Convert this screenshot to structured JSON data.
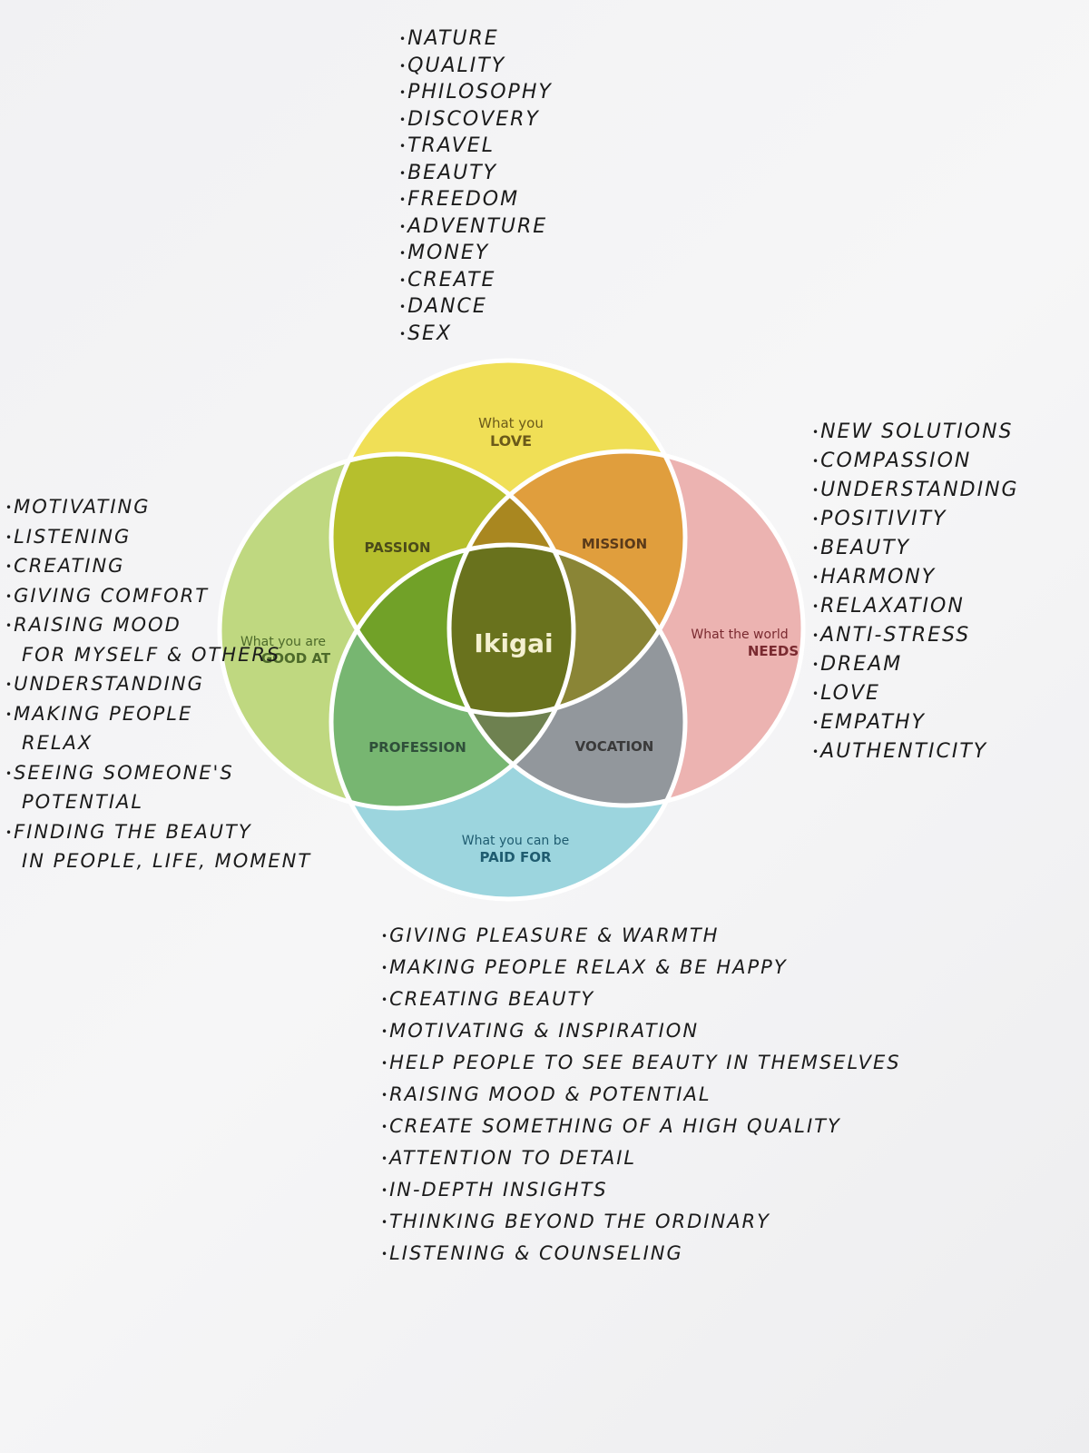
{
  "diagram": {
    "center_label": "Ikigai",
    "circles": {
      "love": {
        "line1": "What you",
        "line2": "LOVE",
        "color": "#f0dd45"
      },
      "good_at": {
        "line1": "What you are",
        "line2": "GOOD AT",
        "color": "#b5d26b"
      },
      "needs": {
        "line1": "What the world",
        "line2": "NEEDS",
        "color": "#eaa7a4"
      },
      "paid_for": {
        "line1": "What you can be",
        "line2": "PAID FOR",
        "color": "#8ccfda"
      }
    },
    "overlaps": {
      "passion": "PASSION",
      "mission": "MISSION",
      "profession": "PROFESSION",
      "vocation": "VOCATION"
    }
  },
  "notes": {
    "love": [
      "Nature",
      "Quality",
      "Philosophy",
      "Discovery",
      "Travel",
      "Beauty",
      "Freedom",
      "Adventure",
      "Money",
      "Create",
      "Dance",
      "Sex"
    ],
    "good_at": [
      "Motivating",
      "Listening",
      "Creating",
      "Giving comfort",
      "Raising mood",
      "for myself & others",
      "Understanding",
      "Making people",
      "relax",
      "Seeing someone's",
      "potential",
      "Finding the beauty",
      "in people, life, moment"
    ],
    "needs": [
      "New solutions",
      "Compassion",
      "Understanding",
      "Positivity",
      "Beauty",
      "Harmony",
      "Relaxation",
      "Anti-stress",
      "Dream",
      "Love",
      "Empathy",
      "Authenticity"
    ],
    "paid_for": [
      "Giving pleasure & warmth",
      "Making people relax & be happy",
      "Creating beauty",
      "Motivating & inspiration",
      "Help people to see beauty in themselves",
      "Raising mood & potential",
      "Create something of a high quality",
      "Attention to detail",
      "In-depth insights",
      "Thinking beyond the ordinary",
      "Listening & counseling"
    ]
  }
}
